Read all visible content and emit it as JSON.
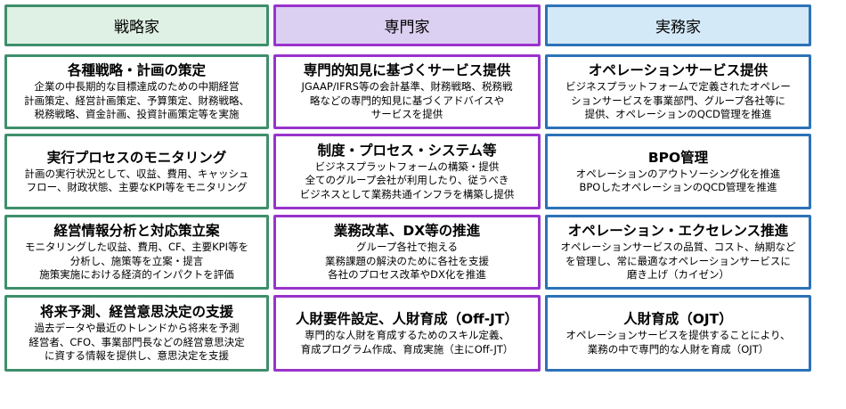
{
  "columns": [
    {
      "header": "戦略家",
      "color": "#3e8f6b",
      "header_bg": "#dff0e4",
      "cells": [
        {
          "title": "各種戦略・計画の策定",
          "lines": [
            "企業の中長期的な目標達成のための中期経営",
            "計画策定、経営計画策定、予算策定、財務戦略、",
            "税務戦略、資金計画、投資計画策定等を実施"
          ]
        },
        {
          "title": "実行プロセスのモニタリング",
          "lines": [
            "計画の実行状況として、収益、費用、キャッシュ",
            "フロー、財政状態、主要なKPI等をモニタリング"
          ]
        },
        {
          "title": "経営情報分析と対応策立案",
          "lines": [
            "モニタリングした収益、費用、CF、主要KPI等を",
            "分析し、施策等を立案・提言",
            "施策実施における経済的インパクトを評価"
          ]
        },
        {
          "title": "将来予測、経営意思決定の支援",
          "lines": [
            "過去データや最近のトレンドから将来を予測",
            "経営者、CFO、事業部門長などの経営意思決定",
            "に資する情報を提供し、意思決定を支援"
          ]
        }
      ]
    },
    {
      "header": "専門家",
      "color": "#9933cc",
      "header_bg": "#dcd0f2",
      "cells": [
        {
          "title": "専門的知見に基づくサービス提供",
          "lines": [
            "JGAAP/IFRS等の会計基準、財務戦略、税務戦",
            "略などの専門的知見に基づくアドバイスや",
            "サービスを提供"
          ]
        },
        {
          "title": "制度・プロセス・システム等",
          "lines": [
            "ビジネスプラットフォームの構築・提供",
            "全てのグループ会社が利用したり、従うべき",
            "ビジネスとして業務共通インフラを構築し提供"
          ]
        },
        {
          "title": "業務改革、DX等の推進",
          "lines": [
            "グループ各社で抱える",
            "業務課題の解決のために各社を支援",
            "各社のプロセス改革やDX化を推進"
          ]
        },
        {
          "title": "人財要件設定、人財育成（Off-JT）",
          "lines": [
            "専門的な人財を育成するためのスキル定義、",
            "育成プログラム作成、育成実施（主にOff-JT）"
          ]
        }
      ]
    },
    {
      "header": "実務家",
      "color": "#2d72b8",
      "header_bg": "#d3e9f7",
      "cells": [
        {
          "title": "オペレーションサービス提供",
          "lines": [
            "ビジネスプラットフォームで定義されたオペレー",
            "ションサービスを事業部門、グループ各社等に",
            "提供、オペレーションのQCD管理を推進"
          ]
        },
        {
          "title": "BPO管理",
          "lines": [
            "オペレーションのアウトソーシング化を推進",
            "BPOしたオペレーションのQCD管理を推進"
          ]
        },
        {
          "title": "オペレーション・エクセレンス推進",
          "lines": [
            "オペレーションサービスの品質、コスト、納期など",
            "を管理し、常に最適なオペレーションサービスに",
            "磨き上げ（カイゼン）"
          ]
        },
        {
          "title": "人財育成（OJT）",
          "lines": [
            "オペレーションサービスを提供することにより、",
            "業務の中で専門的な人財を育成（OJT）"
          ]
        }
      ]
    }
  ]
}
